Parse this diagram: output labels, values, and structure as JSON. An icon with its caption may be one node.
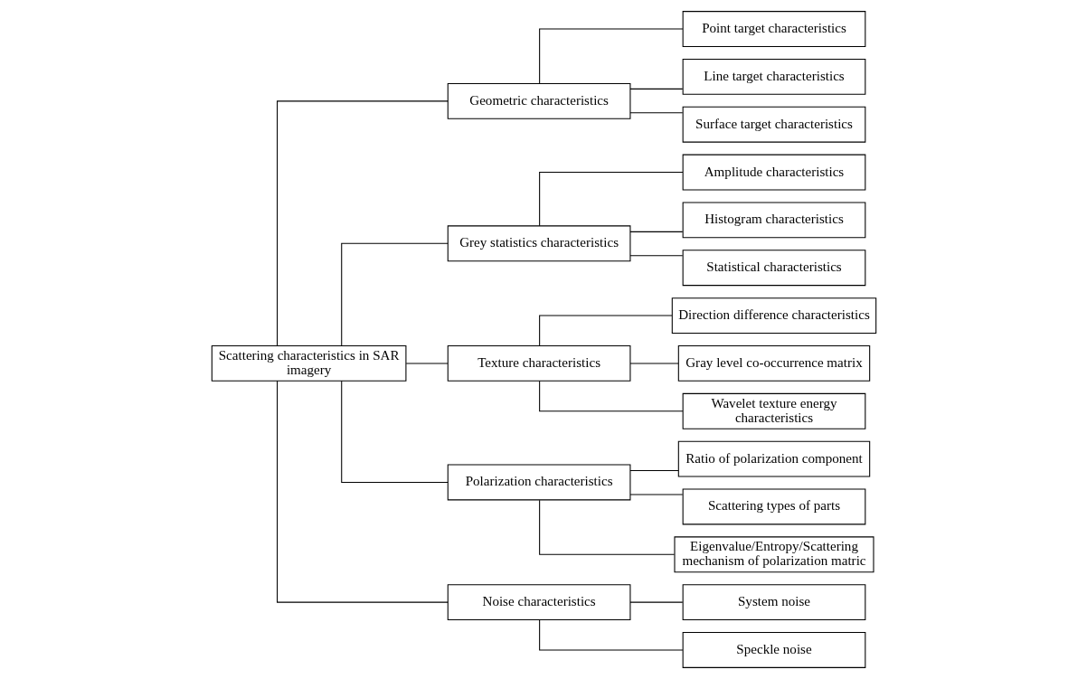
{
  "diagram": {
    "nodes": [
      {
        "text": [
          "Scattering characteristics in SAR imagery"
        ]
      },
      {
        "text": [
          "Geometric characteristics"
        ]
      },
      {
        "text": [
          "Point target characteristics"
        ]
      },
      {
        "text": [
          "Line target characteristics"
        ]
      },
      {
        "text": [
          "Surface target characteristics"
        ]
      },
      {
        "text": [
          "Grey statistics characteristics"
        ]
      },
      {
        "text": [
          "Amplitude characteristics"
        ]
      },
      {
        "text": [
          "Histogram characteristics"
        ]
      },
      {
        "text": [
          "Statistical characteristics"
        ]
      },
      {
        "text": [
          "Texture characteristics"
        ]
      },
      {
        "text": [
          "Direction difference characteristics"
        ]
      },
      {
        "text": [
          "Gray level co-occurrence matrix"
        ]
      },
      {
        "text": [
          "Wavelet texture energy characteristics"
        ]
      },
      {
        "text": [
          "Polarization characteristics"
        ]
      },
      {
        "text": [
          "Ratio of polarization component"
        ]
      },
      {
        "text": [
          "Scattering types of parts"
        ]
      },
      {
        "text": [
          "Eigenvalue/Entropy/Scattering mechanism of polarization matric"
        ]
      },
      {
        "text": [
          "Noise characteristics"
        ]
      },
      {
        "text": [
          "System noise"
        ]
      },
      {
        "text": [
          "Speckle noise"
        ]
      }
    ],
    "edges": [
      {
        "from": 0,
        "to": 1,
        "arrow": "none"
      },
      {
        "from": 0,
        "to": 5,
        "arrow": "none"
      },
      {
        "from": 0,
        "to": 9,
        "arrow": "none"
      },
      {
        "from": 0,
        "to": 13,
        "arrow": "none"
      },
      {
        "from": 0,
        "to": 17,
        "arrow": "none"
      },
      {
        "from": 1,
        "to": 2,
        "arrow": "none"
      },
      {
        "from": 1,
        "to": 3,
        "arrow": "none"
      },
      {
        "from": 1,
        "to": 4,
        "arrow": "none"
      },
      {
        "from": 5,
        "to": 6,
        "arrow": "none"
      },
      {
        "from": 5,
        "to": 7,
        "arrow": "none"
      },
      {
        "from": 5,
        "to": 8,
        "arrow": "none"
      },
      {
        "from": 9,
        "to": 10,
        "arrow": "none"
      },
      {
        "from": 9,
        "to": 11,
        "arrow": "none"
      },
      {
        "from": 9,
        "to": 12,
        "arrow": "none"
      },
      {
        "from": 13,
        "to": 14,
        "arrow": "none"
      },
      {
        "from": 13,
        "to": 15,
        "arrow": "none"
      },
      {
        "from": 13,
        "to": 16,
        "arrow": "none"
      },
      {
        "from": 17,
        "to": 18,
        "arrow": "none"
      },
      {
        "from": 17,
        "to": 19,
        "arrow": "none"
      }
    ]
  }
}
